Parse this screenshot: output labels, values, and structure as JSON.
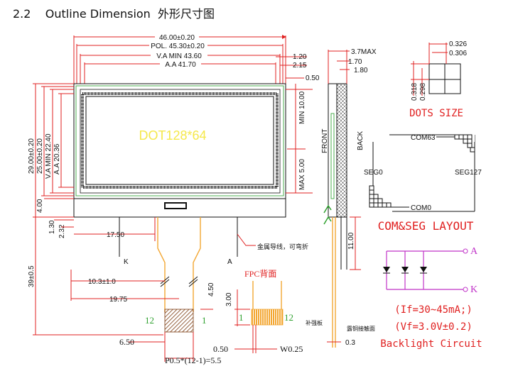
{
  "header": {
    "section": "2.2",
    "title": "Outline Dimension",
    "title_cn": "外形尺寸图"
  },
  "module": {
    "center_text": "DOT128*64"
  },
  "dims_top": {
    "overall": "46.00±0.20",
    "pol": "POL. 45.30±0.20",
    "va": "V.A MIN 43.60",
    "aa": "A.A 41.70",
    "r1": "1.20",
    "r2": "2.15",
    "r3": "0.50"
  },
  "dims_left": {
    "overall": "29.00±0.20",
    "pol": "25.00±0.20",
    "va": "V.A MIN 22.40",
    "aa": "A.A 20.36",
    "d1": "4.00",
    "d2": "1.30",
    "d3": "2.32",
    "lead": "39±0.5"
  },
  "dims_right": {
    "top": "MIN 10.00",
    "bottom": "MAX 5.00"
  },
  "dims_bottom": {
    "d1": "17.50",
    "d2": "10.3±1.0",
    "d3": "19.75",
    "d4": "4.50",
    "d5": "6.50",
    "d6": "3.00",
    "d7": "0.50",
    "d8": "W0.25",
    "pitch": "P0.5*(12-1)=5.5",
    "pin12": "12",
    "pin1": "1"
  },
  "leads": {
    "k": "K",
    "a": "A",
    "note_cn": "金属导线，可弯折"
  },
  "fpc": {
    "label": "FPC背面",
    "pin1": "1",
    "pin12": "12"
  },
  "side": {
    "front": "FRONT",
    "back": "BACK",
    "d1": "3.7MAX",
    "d2": "1.70",
    "d3": "1.80",
    "d4": "11.00",
    "d5": "0.3",
    "note1": "补强板",
    "note2": "露铜接触面"
  },
  "dots": {
    "w1": "0.326",
    "w2": "0.306",
    "h1": "0.318",
    "h2": "0.298",
    "label": "DOTS SIZE"
  },
  "layout": {
    "com63": "COM63",
    "seg0": "SEG0",
    "seg127": "SEG127",
    "com0": "COM0",
    "label": "COM&SEG LAYOUT"
  },
  "backlight": {
    "a": "A",
    "k": "K",
    "if": "(If=30~45mA;)",
    "vf": "(Vf=3.0V±0.2)",
    "label": "Backlight Circuit"
  },
  "colors": {
    "dim": "#e02020",
    "outline": "#111111",
    "pcb": "#4caf50",
    "lead": "#f3a733",
    "text_yellow": "#f5e84a",
    "circuit": "#c033c8"
  }
}
